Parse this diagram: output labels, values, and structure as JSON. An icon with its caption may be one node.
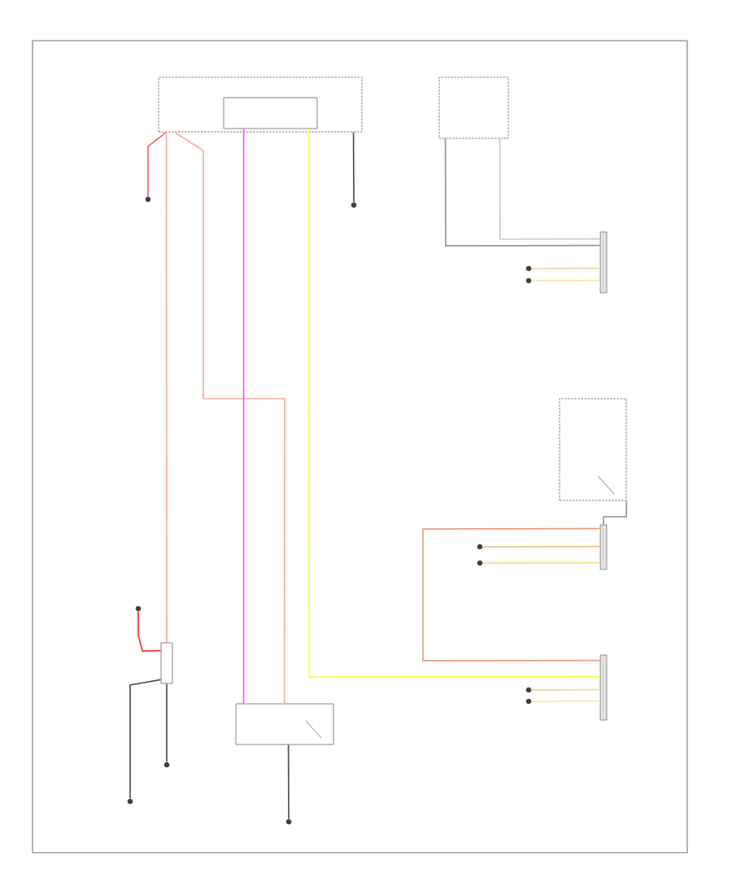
{
  "diagram": {
    "nodes": [
      {
        "text": [],
        "shape": "box"
      },
      {
        "text": [],
        "shape": "box",
        "in": 0
      },
      {
        "text": [],
        "shape": "circle"
      },
      {
        "text": [],
        "shape": "circle"
      },
      {
        "text": [],
        "shape": "box"
      },
      {
        "text": [],
        "shape": "bar"
      },
      {
        "text": [],
        "shape": "bar"
      },
      {
        "text": [],
        "shape": "box"
      },
      {
        "text": [],
        "shape": "bar"
      },
      {
        "text": [],
        "shape": "box"
      },
      {
        "text": [],
        "shape": "circle"
      },
      {
        "text": [],
        "shape": "box"
      },
      {
        "text": [],
        "shape": "circle"
      },
      {
        "text": [],
        "shape": "circle"
      },
      {
        "text": [],
        "shape": "circle"
      },
      {
        "text": [],
        "shape": "circle"
      },
      {
        "text": [],
        "shape": "circle"
      },
      {
        "text": [],
        "shape": "circle"
      },
      {
        "text": [],
        "shape": "circle"
      },
      {
        "text": [],
        "shape": "circle"
      },
      {
        "text": [],
        "shape": "circle"
      }
    ],
    "edges": [
      {
        "from": 0,
        "to": 2,
        "arrow": "none",
        "color": "#ff6666"
      },
      {
        "from": 0,
        "to": 9,
        "arrow": "none",
        "color": "#ffaaaa"
      },
      {
        "from": 0,
        "to": 11,
        "arrow": "none",
        "color": "#ffaaaa"
      },
      {
        "from": 1,
        "to": 11,
        "arrow": "none",
        "color": "#ff55ff"
      },
      {
        "from": 1,
        "to": 8,
        "arrow": "none",
        "color": "#ffff55"
      },
      {
        "from": 0,
        "to": 3,
        "arrow": "none",
        "color": "#555555"
      },
      {
        "from": 4,
        "to": 5,
        "arrow": "none"
      },
      {
        "from": 4,
        "to": 5,
        "arrow": "none",
        "color": "#cccccc"
      },
      {
        "from": 7,
        "to": 6,
        "arrow": "none"
      },
      {
        "from": 6,
        "to": 8,
        "arrow": "none",
        "color": "#e8a080"
      },
      {
        "from": 9,
        "to": 10,
        "arrow": "none",
        "color": "#ff3333"
      },
      {
        "from": 9,
        "to": 12,
        "arrow": "none",
        "color": "#555555"
      },
      {
        "from": 9,
        "to": 13,
        "arrow": "none",
        "color": "#555555"
      },
      {
        "from": 11,
        "to": 14,
        "arrow": "none",
        "color": "#555555"
      },
      {
        "from": 15,
        "to": 5,
        "arrow": "none",
        "color": "#f0d8a0"
      },
      {
        "from": 16,
        "to": 5,
        "arrow": "none",
        "color": "#f8e8a0"
      },
      {
        "from": 17,
        "to": 6,
        "arrow": "none",
        "color": "#f0c080"
      },
      {
        "from": 18,
        "to": 6,
        "arrow": "none",
        "color": "#ffe080"
      },
      {
        "from": 19,
        "to": 8,
        "arrow": "none",
        "color": "#f0d8a0"
      },
      {
        "from": 20,
        "to": 8,
        "arrow": "none",
        "color": "#f8e8a0"
      }
    ]
  }
}
